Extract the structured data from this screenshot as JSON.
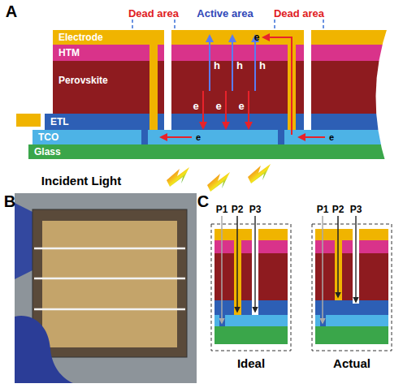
{
  "diagram": {
    "nodes": [
      {
        "text": [
          "Electrode"
        ]
      },
      {
        "text": [
          "HTM"
        ]
      },
      {
        "text": [
          "Perovskite"
        ]
      },
      {
        "text": [
          "ETL"
        ]
      },
      {
        "text": [
          "TCO"
        ]
      },
      {
        "text": [
          "Glass"
        ]
      }
    ],
    "labels": [
      "A",
      "Dead area",
      "Active area",
      "Dead area",
      "h",
      "h",
      "h",
      "e",
      "e",
      "e",
      "e",
      "e",
      "e",
      "Incident Light",
      "B",
      "C",
      "P1",
      "P2",
      "P3",
      "Ideal",
      "P1",
      "P2",
      "P3",
      "Actual"
    ]
  }
}
